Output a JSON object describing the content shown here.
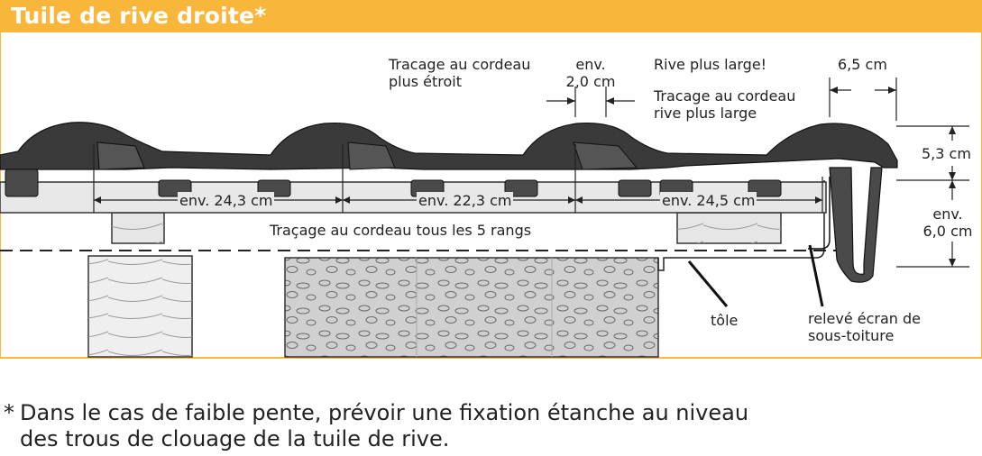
{
  "title": "Tuile de rive droite*",
  "labels": {
    "tracage_etroit_1": "Tracage au cordeau",
    "tracage_etroit_2": "plus étroit",
    "env_2_line1": "env.",
    "env_2_line2": "2,0 cm",
    "rive_plus_large": "Rive plus large!",
    "tracage_large_1": "Tracage au cordeau",
    "tracage_large_2": "rive plus large",
    "width_65": "6,5 cm",
    "height_53": "5,3 cm",
    "env_60_line1": "env.",
    "env_60_line2": "6,0 cm",
    "env_243": "env. 24,3 cm",
    "env_223": "env. 22,3 cm",
    "env_245": "env. 24,5 cm",
    "tracage_5_rangs": "Traçage au cordeau tous les 5 rangs",
    "tole": "tôle",
    "releve_1": "relevé écran de",
    "releve_2": "sous-toiture"
  },
  "footnote": {
    "star": "*",
    "line1": "Dans le cas de faible pente, prévoir une fixation étanche au niveau",
    "line2": "des trous de clouage de la tuile de rive."
  },
  "colors": {
    "header": "#f8b73a",
    "tile": "#3a3a3a",
    "batten": "#e6e6e6",
    "block": "#d9d9d9"
  }
}
